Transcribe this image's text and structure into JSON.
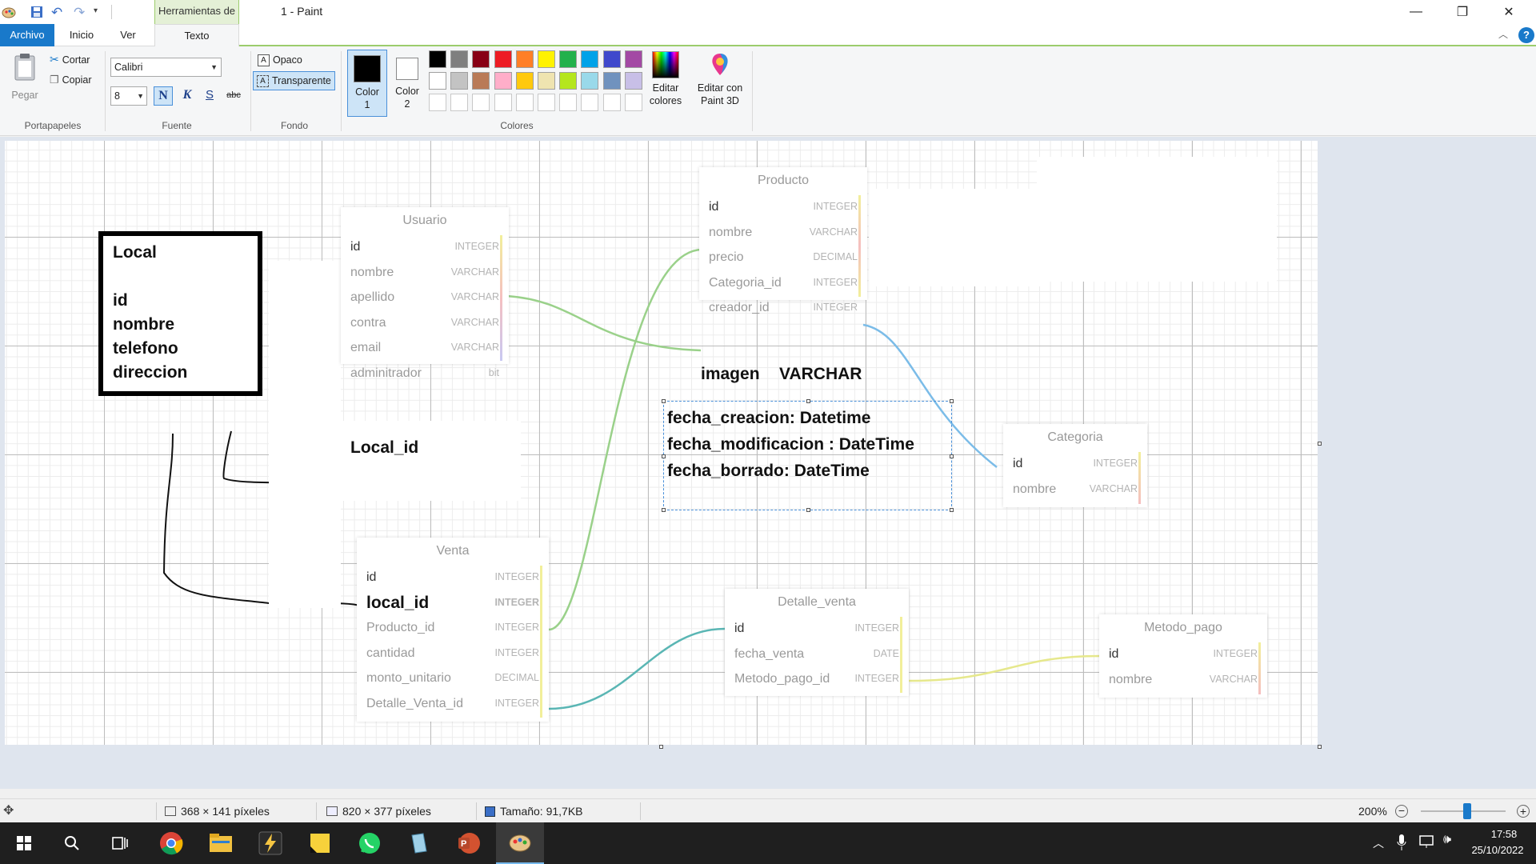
{
  "window": {
    "title": "1 - Paint",
    "context_tab": "Herramientas de texto"
  },
  "tabs": {
    "archivo": "Archivo",
    "inicio": "Inicio",
    "ver": "Ver",
    "texto": "Texto"
  },
  "ribbon": {
    "clipboard": {
      "paste": "Pegar",
      "cut": "Cortar",
      "copy": "Copiar",
      "label": "Portapapeles"
    },
    "font": {
      "family": "Calibri",
      "size": "8",
      "bold": "N",
      "italic": "K",
      "underline": "S",
      "strike": "abc",
      "label": "Fuente"
    },
    "background": {
      "opaque": "Opaco",
      "transparent": "Transparente",
      "label": "Fondo"
    },
    "colors": {
      "color1_a": "Color",
      "color1_b": "1",
      "color2_a": "Color",
      "color2_b": "2",
      "edit_a": "Editar",
      "edit_b": "colores",
      "paint3d_a": "Editar con",
      "paint3d_b": "Paint 3D",
      "label": "Colores",
      "palette_row1": [
        "#000000",
        "#7f7f7f",
        "#880015",
        "#ed1c24",
        "#ff7f27",
        "#fff200",
        "#22b14c",
        "#00a2e8",
        "#3f48cc",
        "#a349a4"
      ],
      "palette_row2": [
        "#ffffff",
        "#c3c3c3",
        "#b97a57",
        "#ffaec9",
        "#ffc90e",
        "#efe4b0",
        "#b5e61d",
        "#99d9ea",
        "#7092be",
        "#c8bfe7"
      ]
    }
  },
  "diagram": {
    "local_box": {
      "title": "Local",
      "fields": [
        "id",
        "nombre",
        "telefono",
        "direccion"
      ]
    },
    "usuario": {
      "title": "Usuario",
      "rows": [
        {
          "name": "id",
          "type": "INTEGER"
        },
        {
          "name": "nombre",
          "type": "VARCHAR"
        },
        {
          "name": "apellido",
          "type": "VARCHAR"
        },
        {
          "name": "contra",
          "type": "VARCHAR"
        },
        {
          "name": "email",
          "type": "VARCHAR"
        },
        {
          "name": "adminitrador",
          "type": "bit"
        }
      ],
      "extra": "Local_id"
    },
    "producto": {
      "title": "Producto",
      "rows": [
        {
          "name": "id",
          "type": "INTEGER"
        },
        {
          "name": "nombre",
          "type": "VARCHAR"
        },
        {
          "name": "precio",
          "type": "DECIMAL"
        },
        {
          "name": "Categoria_id",
          "type": "INTEGER"
        },
        {
          "name": "creador_id",
          "type": "INTEGER"
        }
      ],
      "extra_name": "imagen",
      "extra_type": "VARCHAR"
    },
    "fechas": [
      "fecha_creacion: Datetime",
      "fecha_modificacion : DateTime",
      "fecha_borrado: DateTime"
    ],
    "categoria": {
      "title": "Categoria",
      "rows": [
        {
          "name": "id",
          "type": "INTEGER"
        },
        {
          "name": "nombre",
          "type": "VARCHAR"
        }
      ]
    },
    "venta": {
      "title": "Venta",
      "rows": [
        {
          "name": "id",
          "type": "INTEGER"
        },
        {
          "name": "local_id",
          "type": "INTEGER"
        },
        {
          "name": "Producto_id",
          "type": "INTEGER"
        },
        {
          "name": "cantidad",
          "type": "INTEGER"
        },
        {
          "name": "monto_unitario",
          "type": "DECIMAL"
        },
        {
          "name": "Detalle_Venta_id",
          "type": "INTEGER"
        }
      ]
    },
    "detalle_venta": {
      "title": "Detalle_venta",
      "rows": [
        {
          "name": "id",
          "type": "INTEGER"
        },
        {
          "name": "fecha_venta",
          "type": "DATE"
        },
        {
          "name": "Metodo_pago_id",
          "type": "INTEGER"
        }
      ]
    },
    "metodo_pago": {
      "title": "Metodo_pago",
      "rows": [
        {
          "name": "id",
          "type": "INTEGER"
        },
        {
          "name": "nombre",
          "type": "VARCHAR"
        }
      ]
    }
  },
  "status": {
    "selection": "368 × 141 píxeles",
    "canvas_size": "820 × 377 píxeles",
    "file_size": "Tamaño: 91,7KB",
    "zoom": "200%"
  },
  "taskbar": {
    "time": "17:58",
    "date": "25/10/2022"
  }
}
